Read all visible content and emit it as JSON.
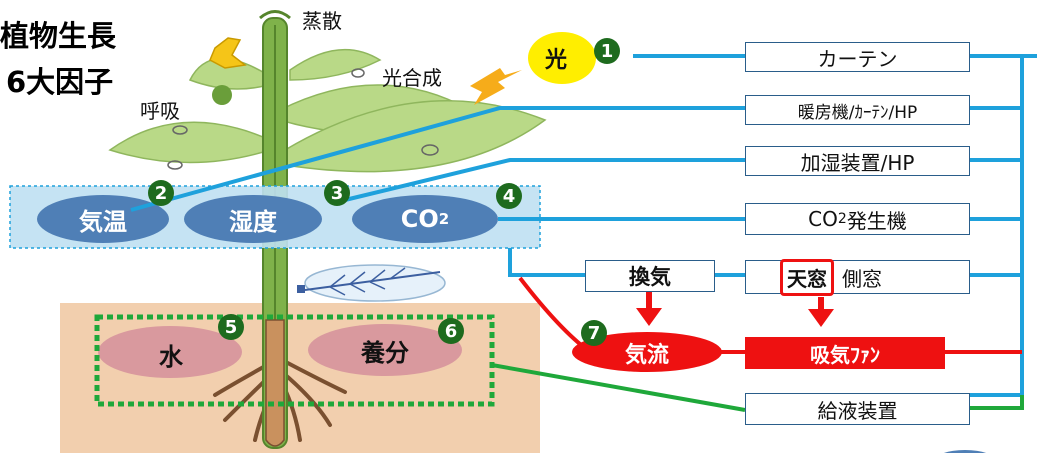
{
  "title": {
    "line1": "植物生長",
    "line2": "6大因子"
  },
  "plant_labels": {
    "transpiration": "蒸散",
    "photosynthesis": "光合成",
    "respiration": "呼吸"
  },
  "factors": {
    "light": {
      "label": "光",
      "number": "1"
    },
    "air_temp": {
      "label": "気温",
      "number": "2"
    },
    "humidity": {
      "label": "湿度",
      "number": "3"
    },
    "co2": {
      "label": "CO",
      "sub": "2",
      "number": "4"
    },
    "water": {
      "label": "水",
      "number": "5"
    },
    "nutrients": {
      "label": "養分",
      "number": "6"
    },
    "airflow": {
      "label": "気流",
      "number": "7"
    }
  },
  "equipment": {
    "curtain": "カーテン",
    "heater": "暖房機/ｶｰﾃﾝ/HP",
    "humidifier": "加湿装置/HP",
    "co2_generator": {
      "prefix": "CO",
      "sub": "2",
      "suffix": "発生機"
    },
    "ventilation": "換気",
    "skylight": "天窓",
    "side_window": "側窓",
    "intake_fan": "吸気ﾌｧﾝ",
    "nutrient_supply": "給液装置"
  },
  "colors": {
    "blue_line": "#1ea1dc",
    "red_line": "#ee1111",
    "green_line": "#1fa83a",
    "ellipse_blue": "#4f7fb6",
    "ellipse_pink": "#d9999e",
    "badge_green": "#1e6b1e",
    "sun_yellow": "#ffee00",
    "arrow_orange": "#f6ac1a",
    "soil": "#f2cfae",
    "band": "#bfe0f2"
  }
}
